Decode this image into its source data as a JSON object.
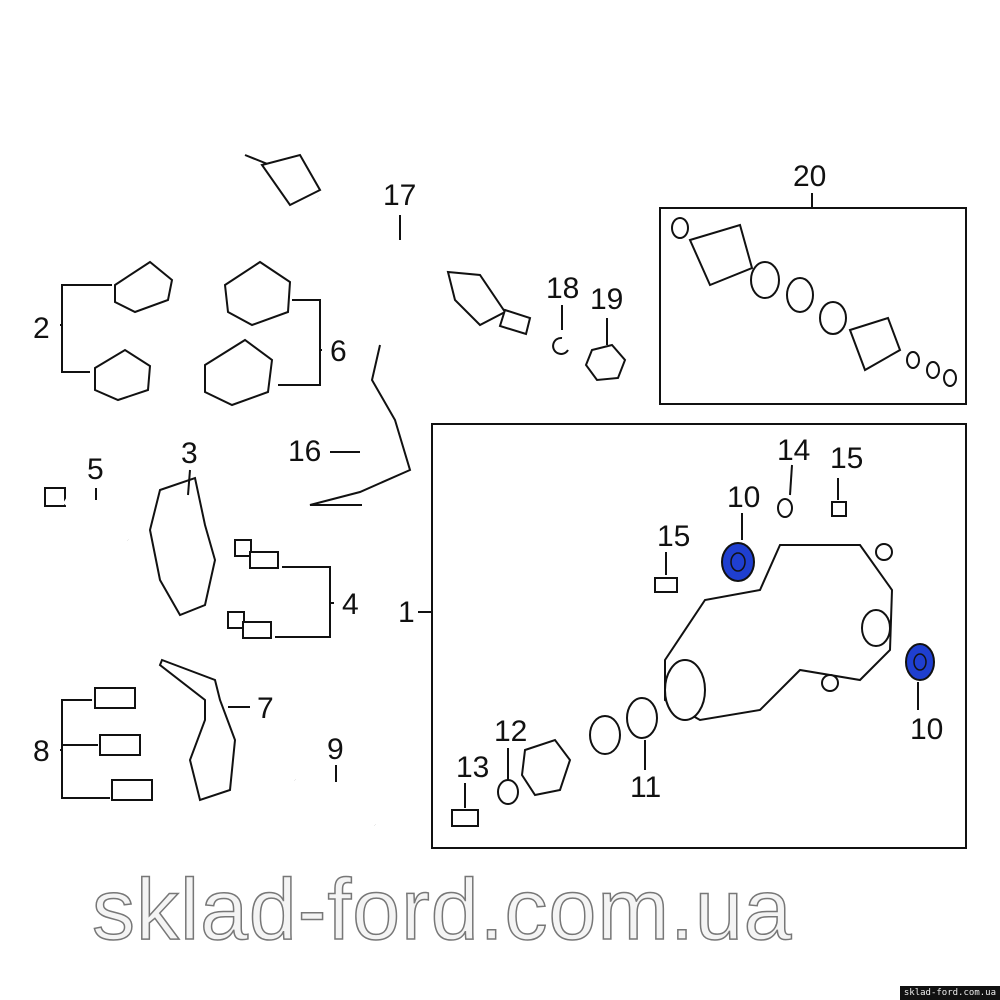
{
  "diagram": {
    "callouts": [
      {
        "id": "17",
        "label": "17"
      },
      {
        "id": "20",
        "label": "20"
      },
      {
        "id": "18",
        "label": "18"
      },
      {
        "id": "19",
        "label": "19"
      },
      {
        "id": "2",
        "label": "2"
      },
      {
        "id": "6",
        "label": "6"
      },
      {
        "id": "3",
        "label": "3"
      },
      {
        "id": "5",
        "label": "5"
      },
      {
        "id": "16",
        "label": "16"
      },
      {
        "id": "14",
        "label": "14"
      },
      {
        "id": "15a",
        "label": "15"
      },
      {
        "id": "10a",
        "label": "10"
      },
      {
        "id": "15b",
        "label": "15"
      },
      {
        "id": "4",
        "label": "4"
      },
      {
        "id": "1",
        "label": "1"
      },
      {
        "id": "10b",
        "label": "10"
      },
      {
        "id": "7",
        "label": "7"
      },
      {
        "id": "12",
        "label": "12"
      },
      {
        "id": "8",
        "label": "8"
      },
      {
        "id": "9",
        "label": "9"
      },
      {
        "id": "13",
        "label": "13"
      },
      {
        "id": "11",
        "label": "11"
      }
    ],
    "highlight_color": "#1f3fd0"
  },
  "watermark": "sklad-ford.com.ua",
  "footer_watermark": "sklad-ford.com.ua"
}
